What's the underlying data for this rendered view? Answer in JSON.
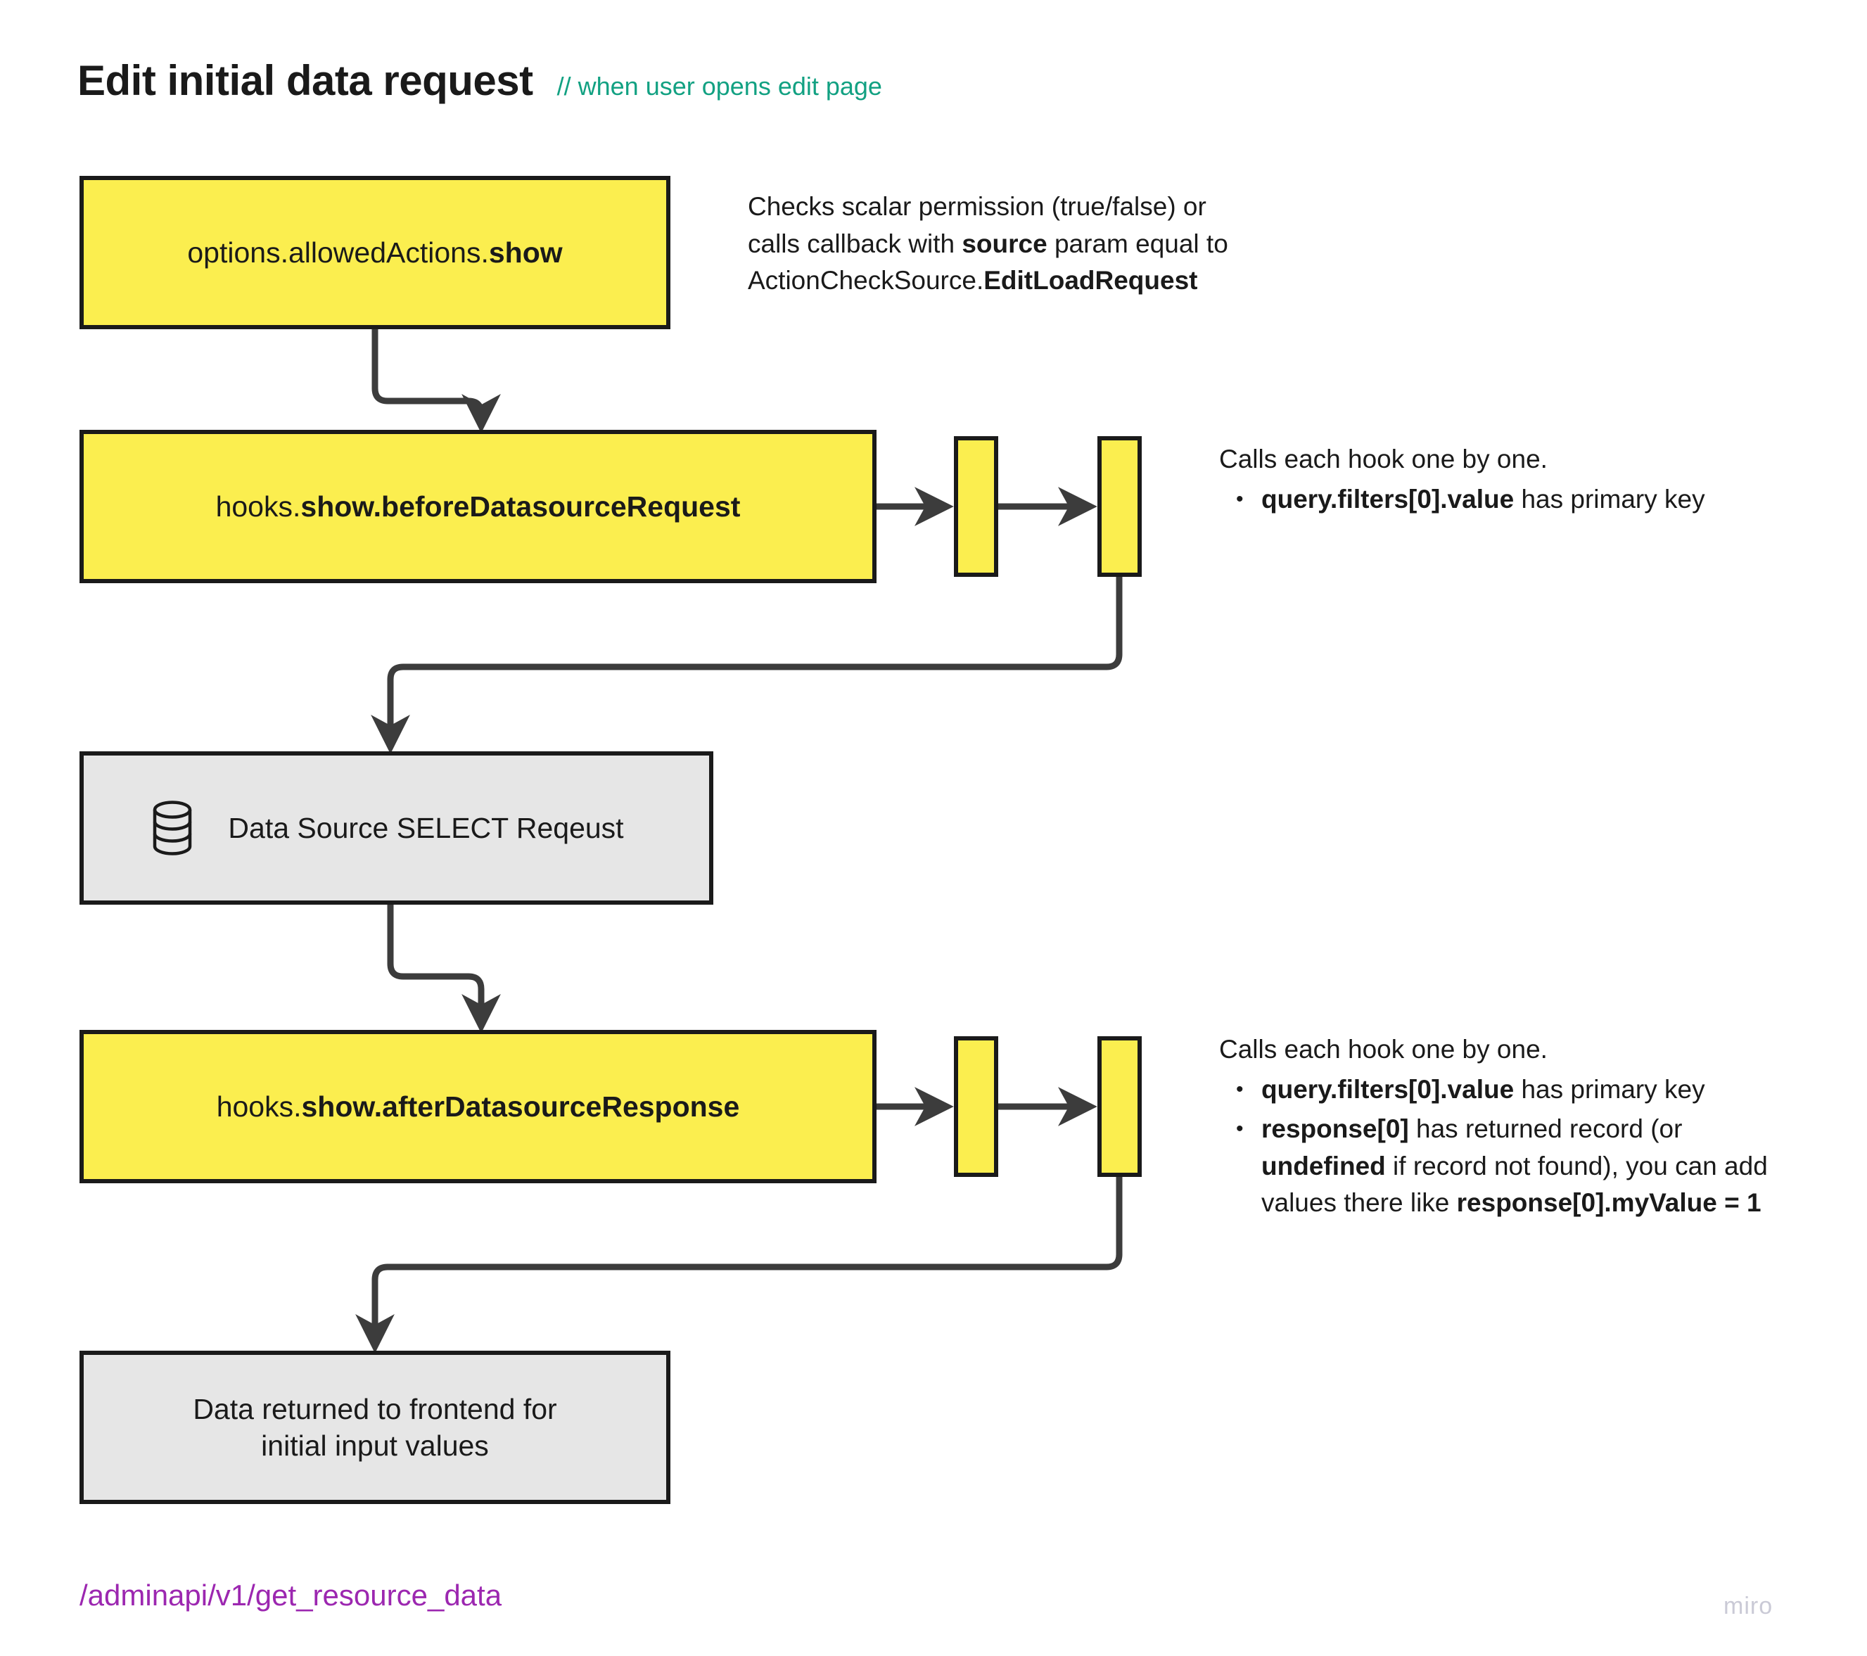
{
  "header": {
    "title": "Edit initial data request",
    "subtitle": "// when user opens edit page",
    "subtitle_color": "#12a182"
  },
  "colors": {
    "node_yellow": "#fbee4f",
    "node_grey": "#e6e6e6",
    "node_border": "#1a1a1a",
    "connector": "#3c3c3c",
    "endpoint_purple": "#9c27b0",
    "watermark_grey": "#cacad6"
  },
  "nodes": [
    {
      "id": "allowed-actions",
      "type": "yellow",
      "label_plain": "options.allowedActions.",
      "label_bold": "show"
    },
    {
      "id": "before-hook",
      "type": "yellow",
      "label_plain": "hooks.",
      "label_bold": "show.beforeDatasourceRequest"
    },
    {
      "id": "datasource",
      "type": "grey",
      "icon": "database-icon",
      "label": "Data Source SELECT Reqeust"
    },
    {
      "id": "after-hook",
      "type": "yellow",
      "label_plain": "hooks.",
      "label_bold": "show.afterDatasourceResponse"
    },
    {
      "id": "frontend",
      "type": "grey",
      "label_line1": "Data returned to frontend for",
      "label_line2": "initial input values"
    }
  ],
  "mini_nodes": {
    "before": [
      "",
      ""
    ],
    "after": [
      "",
      ""
    ]
  },
  "annotations": {
    "allowed_actions": {
      "line1": "Checks scalar permission (true/false) or",
      "line2_a": "calls callback with ",
      "line2_b": "source",
      "line2_c": " param equal to",
      "line3_a": "ActionCheckSource.",
      "line3_b": "EditLoadRequest"
    },
    "before_hook": {
      "intro": "Calls each hook one by one.",
      "bullets": [
        {
          "bold": "query.filters[0].value",
          "rest": " has primary key"
        }
      ]
    },
    "after_hook": {
      "intro": "Calls each hook one by one.",
      "bullets": [
        {
          "bold": "query.filters[0].value",
          "rest": " has primary key"
        },
        {
          "bold": "response[0]",
          "rest": " has returned record (or ",
          "bold2": "undefined",
          "rest2": " if record not found), you can add values there like ",
          "bold3": "response[0].myValue = 1"
        }
      ]
    }
  },
  "footer": {
    "endpoint": "/adminapi/v1/get_resource_data",
    "watermark": "miro"
  }
}
